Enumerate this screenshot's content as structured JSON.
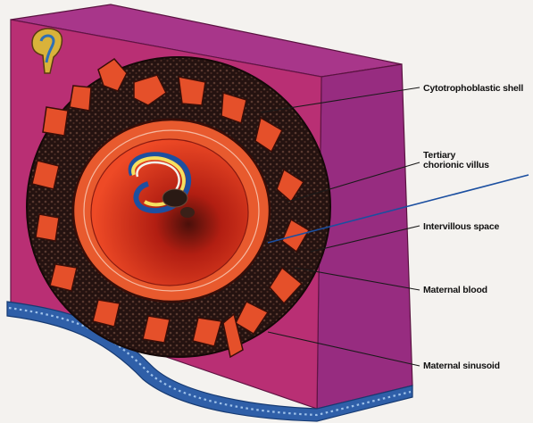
{
  "labels": {
    "cytotrophoblastic_shell": "Cytotrophoblastic shell",
    "tertiary_line1": "Tertiary",
    "tertiary_line2": "chorionic villus",
    "intervillous_space": "Intervillous space",
    "maternal_blood": "Maternal blood",
    "maternal_sinusoid": "Maternal sinusoid"
  },
  "colors": {
    "block_front": "#c2337a",
    "block_top": "#a8368a",
    "block_side": "#9c2f85",
    "decidua_dark": "#2a1512",
    "villus_orange": "#e5502a",
    "chorionic_cavity": "#e23a22",
    "sinusoid_blue": "#2f5fa8",
    "leader_line": "#1a1a1a",
    "blue_leader": "#1b4fa0"
  }
}
